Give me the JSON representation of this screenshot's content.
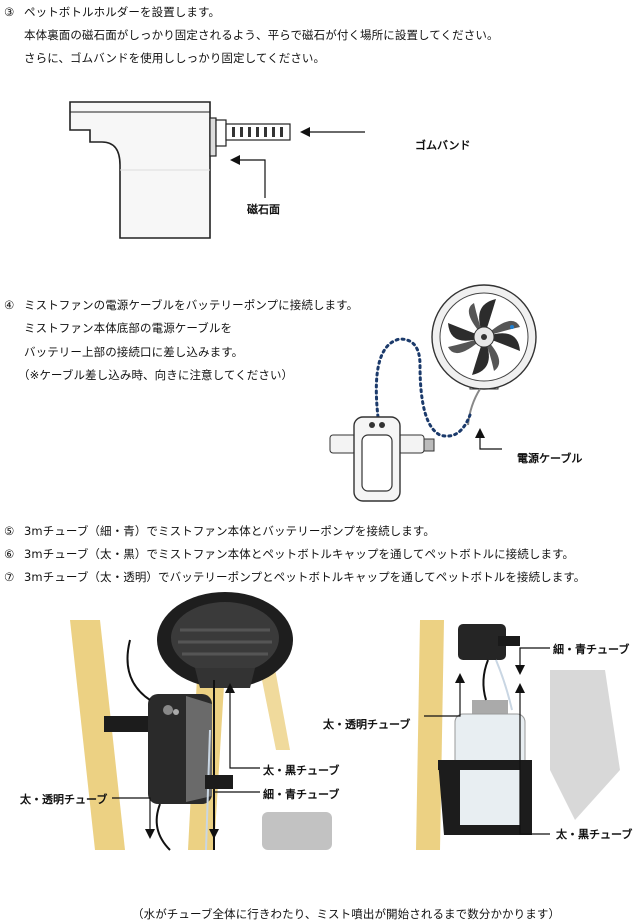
{
  "step3": {
    "num": "③",
    "line1": "ペットボトルホルダーを設置します。",
    "line2": "本体裏面の磁石面がしっかり固定されるよう、平らで磁石が付く場所に設置してください。",
    "line3": "さらに、ゴムバンドを使用ししっかり固定してください。",
    "label_band": "ゴムバンド",
    "label_magnet": "磁石面"
  },
  "step4": {
    "num": "④",
    "line1": "ミストファンの電源ケーブルをバッテリーポンプに接続します。",
    "line2": "ミストファン本体底部の電源ケーブルを",
    "line3": "バッテリー上部の接続口に差し込みます。",
    "line4": "（※ケーブル差し込み時、向きに注意してください）",
    "label_cable": "電源ケーブル"
  },
  "steps": [
    {
      "num": "⑤",
      "text": "3mチューブ（細・青）でミストファン本体とバッテリーポンプを接続します。"
    },
    {
      "num": "⑥",
      "text": "3mチューブ（太・黒）でミストファン本体とペットボトルキャップを通してペットボトルに接続します。"
    },
    {
      "num": "⑦",
      "text": "3mチューブ（太・透明）でバッテリーポンプとペットボトルキャップを通してペットボトルを接続します。"
    }
  ],
  "photo_left": {
    "label_black": "太・黒チューブ",
    "label_blue": "細・青チューブ",
    "label_clear": "太・透明チューブ"
  },
  "photo_right": {
    "label_blue": "細・青チューブ",
    "label_clear": "太・透明チューブ",
    "label_black": "太・黒チューブ"
  },
  "footer_note": "（水がチューブ全体に行きわたり、ミスト噴出が開始されるまで数分かかります）"
}
